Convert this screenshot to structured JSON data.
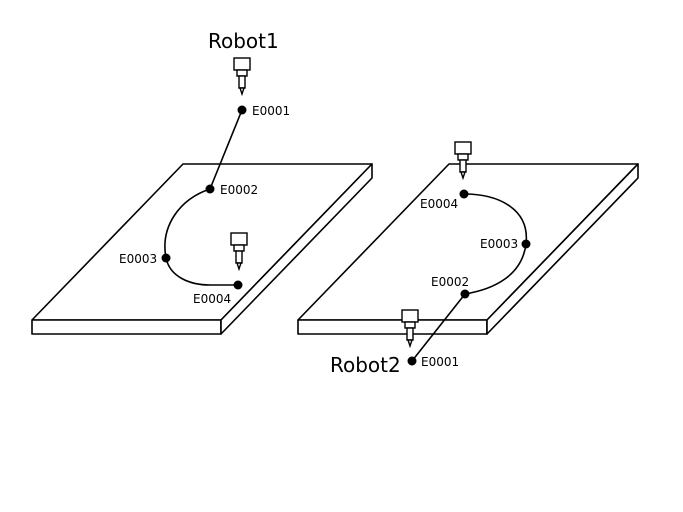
{
  "robot1": {
    "label": "Robot1",
    "points": [
      "E0001",
      "E0002",
      "E0003",
      "E0004"
    ]
  },
  "robot2": {
    "label": "Robot2",
    "points": [
      "E0001",
      "E0002",
      "E0003",
      "E0004"
    ]
  }
}
